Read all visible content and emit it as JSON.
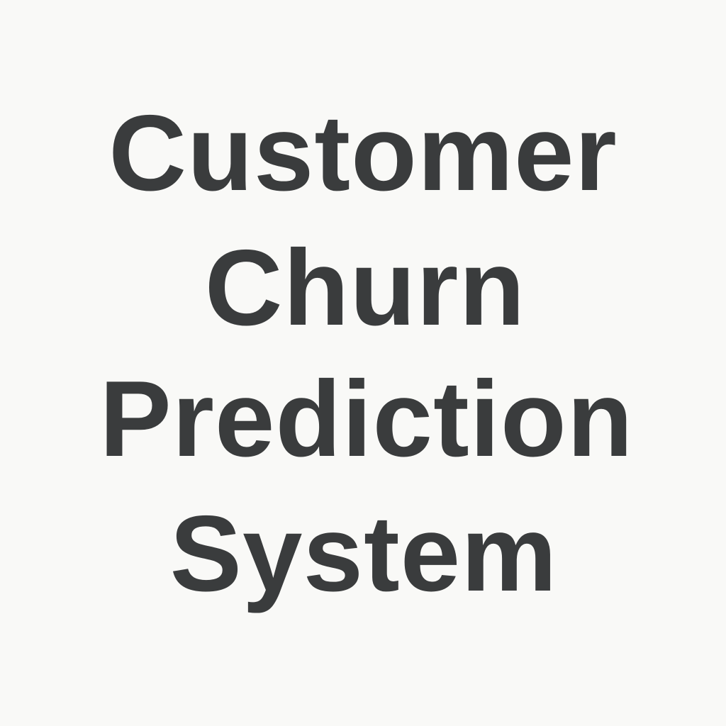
{
  "title": {
    "lines": [
      "Customer",
      "Churn",
      "Prediction",
      "System"
    ]
  },
  "colors": {
    "background": "#f9f9f7",
    "text": "#3a3c3d"
  }
}
